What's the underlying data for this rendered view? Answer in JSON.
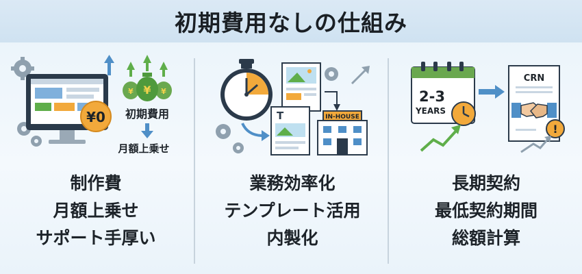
{
  "title": "初期費用なしの仕組み",
  "columns": [
    {
      "captions": [
        "制作費",
        "月額上乗せ",
        "サポート手厚い"
      ],
      "illustration": {
        "price_badge": "¥0",
        "bag_symbol": "¥",
        "initial_cost_label": "初期費用",
        "monthly_label": "月額上乗せ",
        "icons": [
          "monitor-icon",
          "gear-icon",
          "money-bag-icon",
          "arrow-up-icon",
          "arrow-down-icon"
        ]
      }
    },
    {
      "captions": [
        "業務効率化",
        "テンプレート活用",
        "内製化"
      ],
      "illustration": {
        "doc_letter": "T",
        "building_sign": "IN-HOUSE",
        "icons": [
          "stopwatch-icon",
          "document-icon",
          "gear-icon",
          "building-icon",
          "arrow-icon"
        ]
      }
    },
    {
      "captions": [
        "長期契約",
        "最低契約期間",
        "総額計算"
      ],
      "illustration": {
        "calendar_text_main": "2-3",
        "calendar_text_sub": "YEARS",
        "contract_title": "CRN",
        "alert_symbol": "!",
        "icons": [
          "calendar-icon",
          "clock-icon",
          "contract-icon",
          "handshake-icon",
          "alert-icon",
          "trend-arrow-icon"
        ]
      }
    }
  ],
  "colors": {
    "title_band": "#cfe2f1",
    "accent_orange": "#f2a93b",
    "accent_green": "#5fae4a",
    "accent_blue": "#4f8fc7",
    "dark_navy": "#2b3a4a"
  }
}
